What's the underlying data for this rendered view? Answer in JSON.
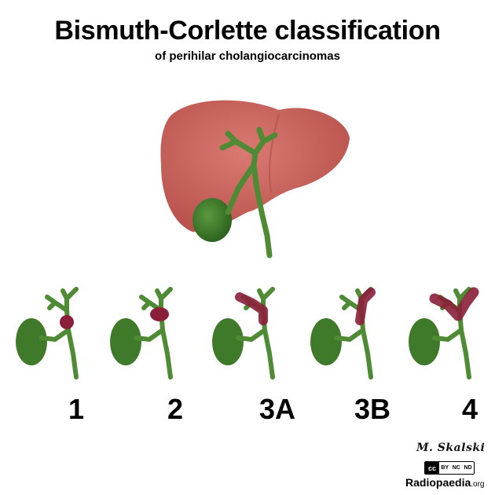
{
  "header": {
    "title": "Bismuth-Corlette classification",
    "subtitle": "of perihilar cholangiocarcinomas"
  },
  "types": [
    {
      "label": "1",
      "tumor": "common-hepatic-duct"
    },
    {
      "label": "2",
      "tumor": "confluence"
    },
    {
      "label": "3A",
      "tumor": "right-hepatic-duct"
    },
    {
      "label": "3B",
      "tumor": "left-hepatic-duct"
    },
    {
      "label": "4",
      "tumor": "both-hepatic-ducts"
    }
  ],
  "footer": {
    "signature": "M. Skalski",
    "license": [
      "BY",
      "NC",
      "ND"
    ],
    "license_badge": "cc",
    "brand": "Radiopaedia",
    "brand_suffix": ".org"
  },
  "colors": {
    "liver": "#c8625c",
    "duct": "#4f8a35",
    "gallbladder": "#3f7a2a",
    "tumor": "#8a1f3a"
  }
}
